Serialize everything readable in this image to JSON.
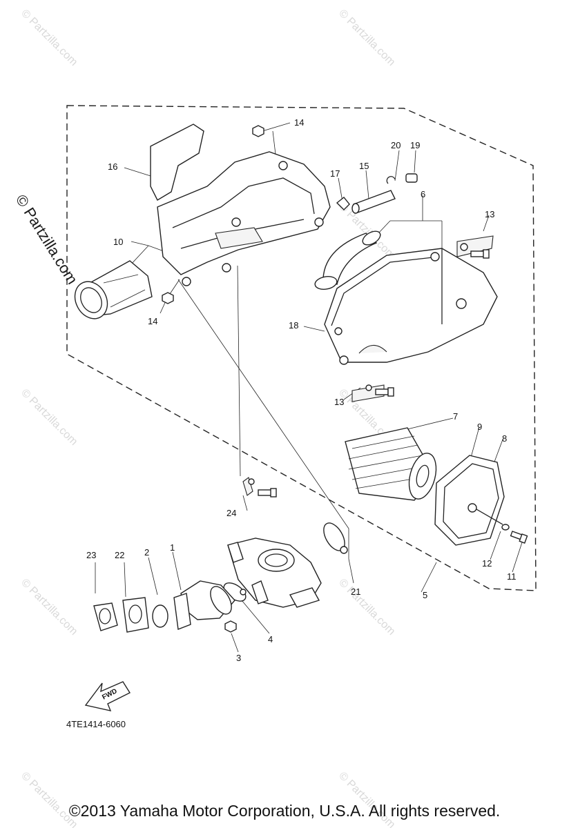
{
  "watermark": {
    "text": "© Partzilla.com",
    "side_text": "© Partzilla.com"
  },
  "callouts": {
    "c1": "1",
    "c2": "2",
    "c3": "3",
    "c4": "4",
    "c5": "5",
    "c6": "6",
    "c7": "7",
    "c8": "8",
    "c9": "9",
    "c10": "10",
    "c11": "11",
    "c12": "12",
    "c13a": "13",
    "c13b": "13",
    "c14a": "14",
    "c14b": "14",
    "c15": "15",
    "c16": "16",
    "c17": "17",
    "c18": "18",
    "c19": "19",
    "c20": "20",
    "c21": "21",
    "c22": "22",
    "c23": "23",
    "c24": "24"
  },
  "fwd_label": "FWD",
  "part_code": "4TE1414-6060",
  "copyright": "©2013  Yamaha Motor Corporation, U.S.A. All rights reserved."
}
